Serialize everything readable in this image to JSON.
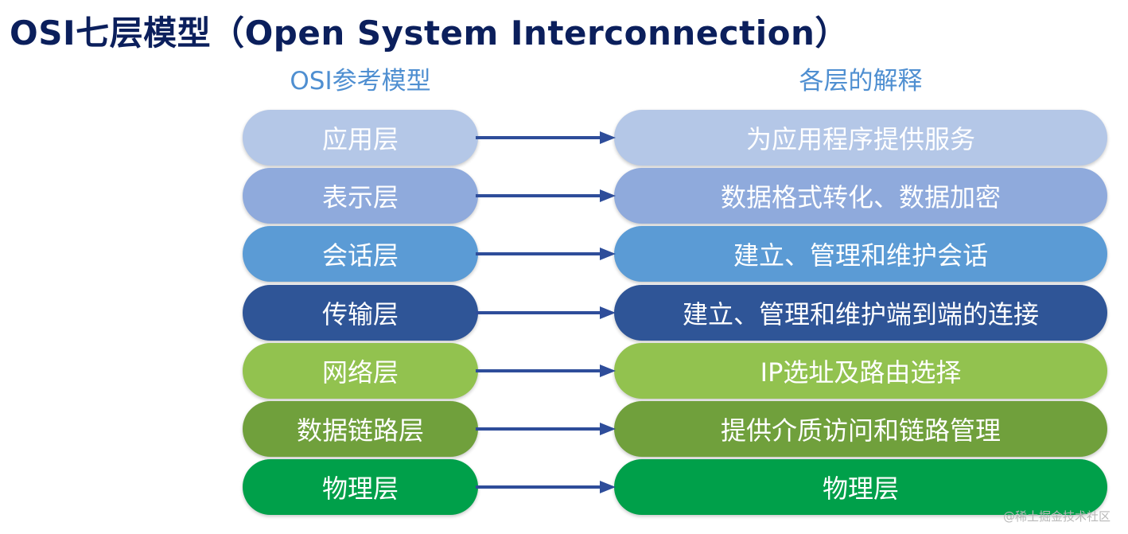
{
  "title": "OSI七层模型（Open System Interconnection）",
  "left_heading": "OSI参考模型",
  "right_heading": "各层的解释",
  "layers": [
    {
      "name": "应用层",
      "desc": "为应用程序提供服务",
      "color": "#b4c7e7"
    },
    {
      "name": "表示层",
      "desc": "数据格式转化、数据加密",
      "color": "#8faadc"
    },
    {
      "name": "会话层",
      "desc": "建立、管理和维护会话",
      "color": "#5b9bd5"
    },
    {
      "name": "传输层",
      "desc": "建立、管理和维护端到端的连接",
      "color": "#2f5597"
    },
    {
      "name": "网络层",
      "desc": "IP选址及路由选择",
      "color": "#92c24f"
    },
    {
      "name": "数据链路层",
      "desc": "提供介质访问和链路管理",
      "color": "#70a03c"
    },
    {
      "name": "物理层",
      "desc": "物理层",
      "color": "#00a04a"
    }
  ],
  "arrow_color": "#2e4d9a",
  "watermark": "@稀土掘金技术社区"
}
